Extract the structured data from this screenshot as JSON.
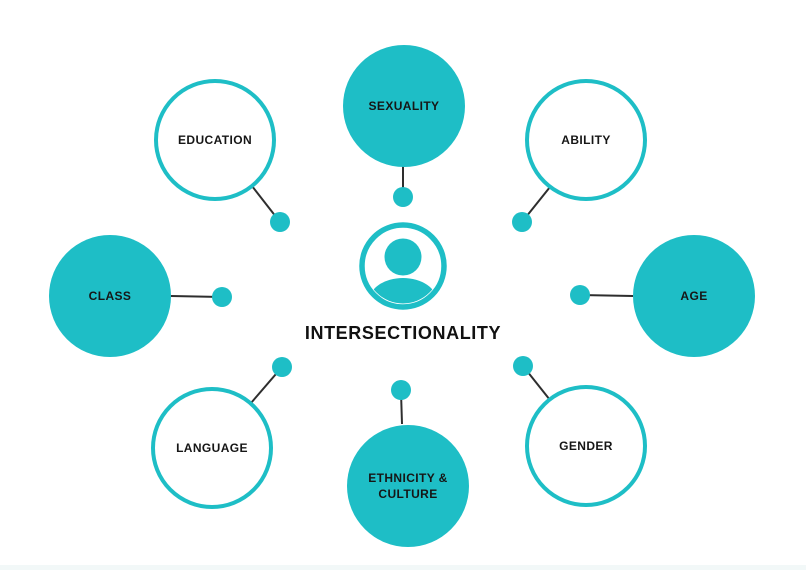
{
  "title": "INTERSECTIONALITY",
  "center": {
    "icon": "person-icon"
  },
  "colors": {
    "teal": "#1ebec6",
    "connector_line": "#2e2e2e",
    "label_text": "#161616",
    "background": "#ffffff"
  },
  "nodes": [
    {
      "label": "SEXUALITY",
      "variant": "filled"
    },
    {
      "label": "EDUCATION",
      "variant": "outlined"
    },
    {
      "label": "ABILITY",
      "variant": "outlined"
    },
    {
      "label": "CLASS",
      "variant": "filled"
    },
    {
      "label": "AGE",
      "variant": "filled"
    },
    {
      "label": "LANGUAGE",
      "variant": "outlined"
    },
    {
      "label": "ETHNICITY & CULTURE",
      "variant": "filled"
    },
    {
      "label": "GENDER",
      "variant": "outlined"
    }
  ]
}
